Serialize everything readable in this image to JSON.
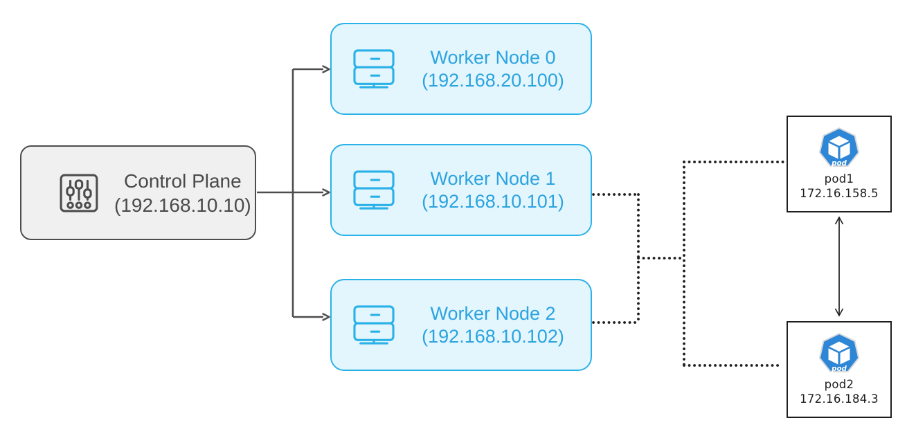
{
  "control_plane": {
    "name": "Control Plane",
    "ip": "(192.168.10.10)"
  },
  "workers": [
    {
      "name": "Worker Node 0",
      "ip": "(192.168.20.100)"
    },
    {
      "name": "Worker Node 1",
      "ip": "(192.168.10.101)"
    },
    {
      "name": "Worker Node 2",
      "ip": "(192.168.10.102)"
    }
  ],
  "pods": [
    {
      "name": "pod1",
      "ip": "172.16.158.5",
      "badge": "pod"
    },
    {
      "name": "pod2",
      "ip": "172.16.184.3",
      "badge": "pod"
    }
  ],
  "colors": {
    "control_fill": "#f0f0f0",
    "control_border": "#4d4d4d",
    "control_text": "#4a4a4a",
    "worker_fill": "#e4f6fd",
    "worker_border": "#2ab1e8",
    "worker_text": "#2aa3e0",
    "pod_border": "#1e1e1e",
    "pod_hexagon_blue": "#2e86d6",
    "solid_connector": "#4d4d4d",
    "dotted_connector": "#1e1e1e"
  }
}
